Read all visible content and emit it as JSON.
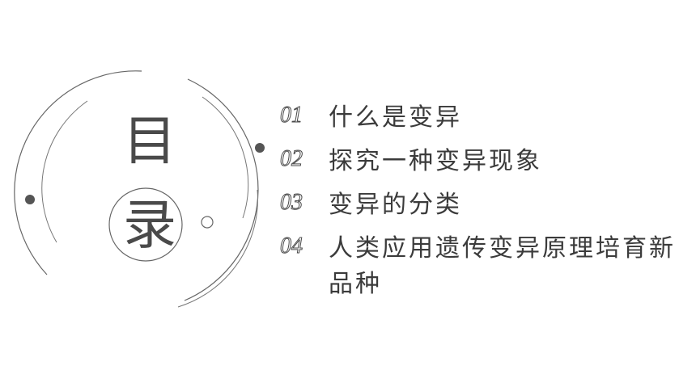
{
  "title": {
    "char1": "目",
    "char2": "录"
  },
  "toc": [
    {
      "num": "01",
      "text": "什么是变异"
    },
    {
      "num": "02",
      "text": "探究一种变异现象"
    },
    {
      "num": "03",
      "text": "变异的分类"
    },
    {
      "num": "04",
      "text": "人类应用遗传变异原理培育新品种"
    }
  ],
  "colors": {
    "line": "#555555",
    "text": "#3b3b3b"
  }
}
